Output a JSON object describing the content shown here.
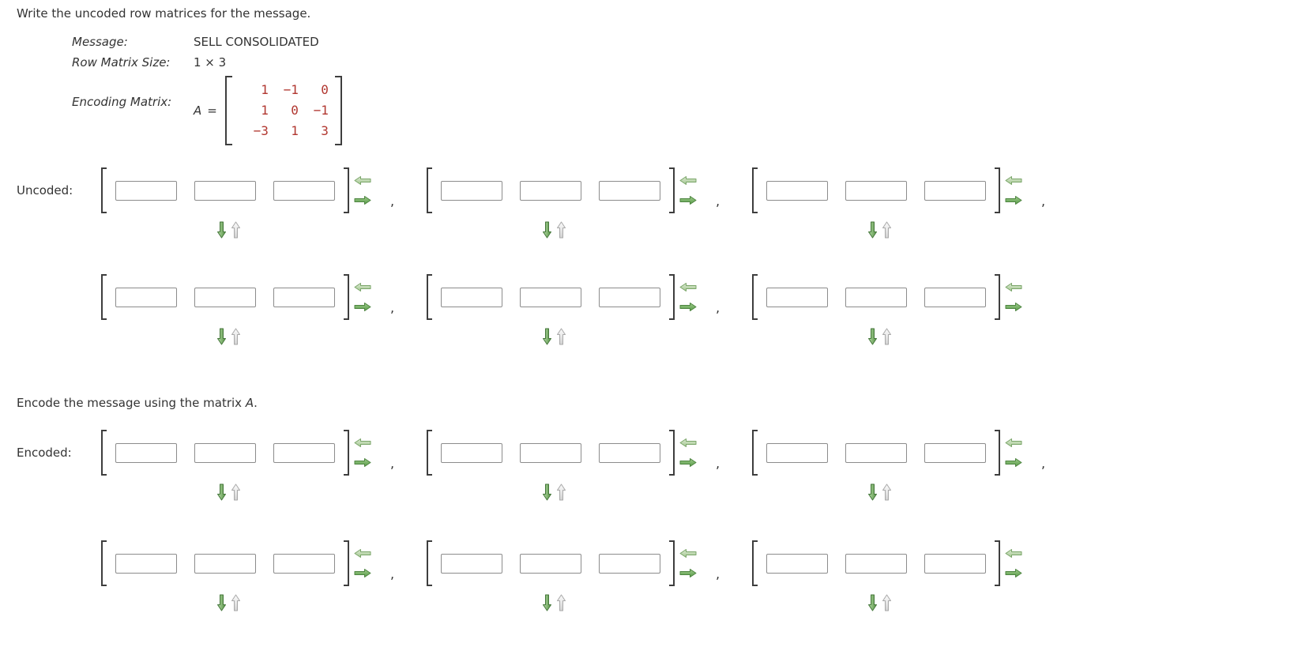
{
  "page": {
    "title": "Write the uncoded row matrices for the message.",
    "background": "#ffffff",
    "text_color": "#333333"
  },
  "problem": {
    "message": {
      "label": "Message:",
      "value": "SELL CONSOLIDATED"
    },
    "row_matrix_size": {
      "label": "Row Matrix Size:",
      "value": "1 × 3"
    },
    "encoding_matrix": {
      "label": "Encoding Matrix:",
      "variable": "A",
      "equals": "=",
      "value_color": "#b13730",
      "rows": [
        [
          "1",
          "−1",
          "0"
        ],
        [
          "1",
          "0",
          "−1"
        ],
        [
          "−3",
          "1",
          "3"
        ]
      ]
    }
  },
  "instruction": {
    "prefix": "Encode the message using the matrix ",
    "variable": "A",
    "suffix": "."
  },
  "sections": [
    {
      "id": "uncoded",
      "label": "Uncoded:",
      "rows": [
        {
          "groups": [
            {
              "comma": ","
            },
            {
              "comma": ","
            },
            {
              "comma": ","
            }
          ]
        },
        {
          "groups": [
            {
              "comma": ","
            },
            {
              "comma": ","
            },
            {
              "comma": ""
            }
          ]
        }
      ]
    },
    {
      "id": "encoded",
      "label": "Encoded:",
      "rows": [
        {
          "groups": [
            {
              "comma": ","
            },
            {
              "comma": ","
            },
            {
              "comma": ","
            }
          ]
        },
        {
          "groups": [
            {
              "comma": ","
            },
            {
              "comma": ","
            },
            {
              "comma": ""
            }
          ]
        }
      ]
    }
  ],
  "matrix_input": {
    "cells_per_matrix": 3,
    "cell_value": "",
    "icons": {
      "left_arrow": "remove-column",
      "right_arrow": "add-column",
      "down_arrow": "add-row",
      "up_arrow": "remove-row"
    }
  },
  "colors": {
    "arrow_green": "#5a9c49",
    "arrow_pale_green": "#b7d7a8",
    "arrow_gray": "#d2d2d2",
    "input_border": "#8c8c8c",
    "bracket": "#3e3e3e",
    "matrix_value_red": "#b13730"
  }
}
